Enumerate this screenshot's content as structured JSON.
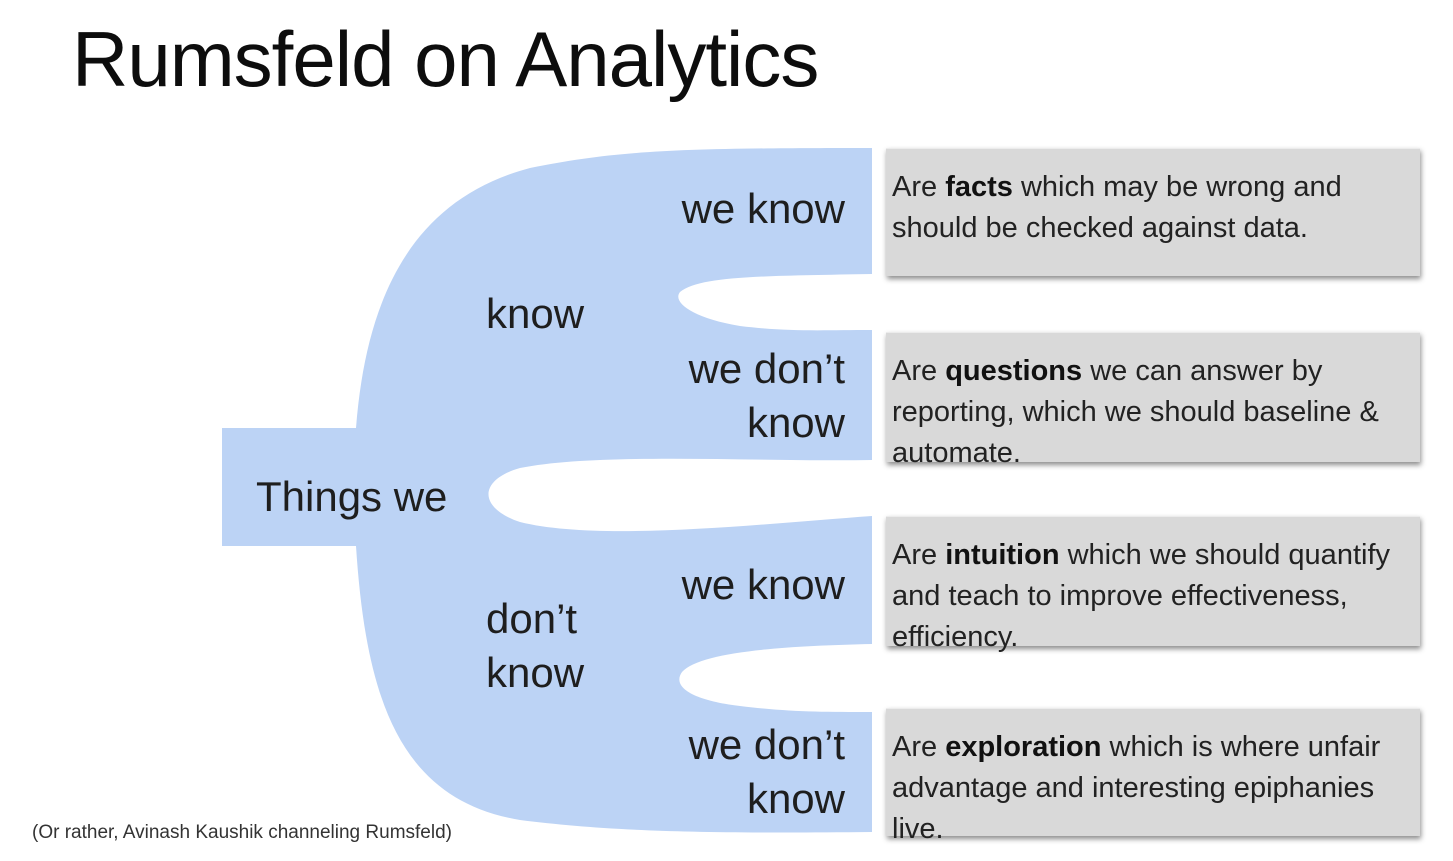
{
  "title": "Rumsfeld on Analytics",
  "diagram": {
    "root_label": "Things we",
    "branch_color": "#bcd3f5",
    "box_color": "#d9d9d9",
    "branches": [
      {
        "label": "know",
        "leaves": [
          {
            "label": "we know",
            "box": {
              "prefix": "Are ",
              "keyword": "facts",
              "rest": " which may be wrong and should be checked against data."
            }
          },
          {
            "label_line1": "we don’t",
            "label_line2": "know",
            "box": {
              "prefix": "Are ",
              "keyword": "questions",
              "rest": " we can answer by reporting, which we should baseline & automate."
            }
          }
        ]
      },
      {
        "label_line1": "don’t",
        "label_line2": "know",
        "leaves": [
          {
            "label": "we know",
            "box": {
              "prefix": "Are ",
              "keyword": "intuition",
              "rest": " which we should quantify and teach to improve effectiveness, efficiency."
            }
          },
          {
            "label_line1": "we don’t",
            "label_line2": "know",
            "box": {
              "prefix": "Are ",
              "keyword": "exploration",
              "rest": " which is where unfair advantage and interesting epiphanies live."
            }
          }
        ]
      }
    ]
  },
  "footnote": "(Or rather, Avinash Kaushik channeling Rumsfeld)"
}
